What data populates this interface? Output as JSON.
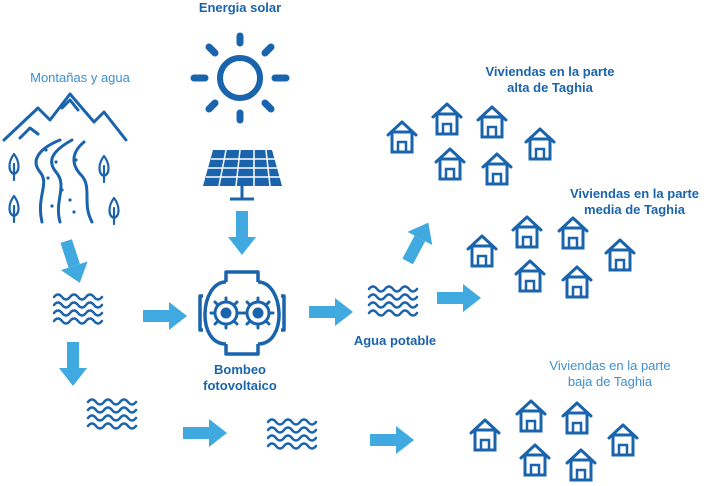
{
  "colors": {
    "dark_blue": "#1a64ad",
    "mid_blue": "#2d7cc2",
    "light_blue": "#3fa9e0",
    "text_light": "#3d8fd0"
  },
  "labels": {
    "solar": "Energia solar",
    "mountains": "Montañas y agua",
    "pump": [
      "Bombeo",
      "fotovoltaico"
    ],
    "potable": "Agua potable",
    "houses_high": [
      "Viviendas en la parte",
      "alta de Taghia"
    ],
    "houses_mid": [
      "Viviendas en la parte",
      "media de Taghia"
    ],
    "houses_low": [
      "Viviendas en la parte",
      "baja de Taghia"
    ]
  },
  "icons": [
    "sun-icon",
    "solar-panel-icon",
    "mountains-icon",
    "pump-icon",
    "water-icon",
    "house-icon",
    "arrow-icon"
  ]
}
